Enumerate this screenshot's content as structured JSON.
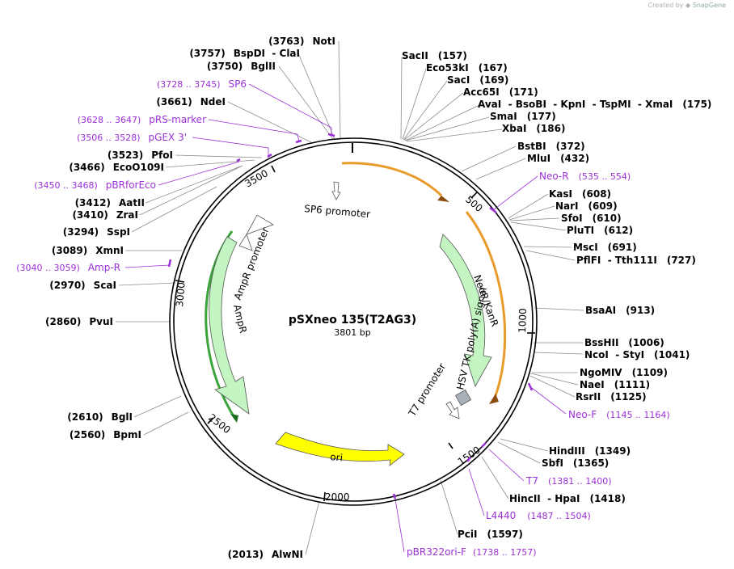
{
  "credit": {
    "created_by": "Created by",
    "app": "SnapGene"
  },
  "plasmid": {
    "name": "pSXneo 135(T2AG3)",
    "length_label": "3801 bp",
    "length": 3801
  },
  "ticks": [
    "500",
    "1000",
    "1500",
    "2000",
    "2500",
    "3000",
    "3500"
  ],
  "features": [
    {
      "id": "sp6-promoter",
      "label": "SP6 promoter"
    },
    {
      "id": "ampr-promoter",
      "label": "AmpR promoter"
    },
    {
      "id": "ampr",
      "label": "AmpR"
    },
    {
      "id": "neor",
      "label": "NeoR/KanR"
    },
    {
      "id": "hsv-tk",
      "label": "HSV TK poly(A) signal"
    },
    {
      "id": "t7-promoter",
      "label": "T7 promoter"
    },
    {
      "id": "ori",
      "label": "ori"
    }
  ],
  "right_sites": [
    {
      "name": "SacII",
      "pos": "(157)"
    },
    {
      "name": "Eco53kI",
      "pos": "(167)"
    },
    {
      "name": "SacI",
      "pos": "(169)"
    },
    {
      "name": "Acc65I",
      "pos": "(171)"
    },
    {
      "name": "AvaI  - BsoBI  - KpnI  - TspMI  - XmaI",
      "pos": "(175)"
    },
    {
      "name": "SmaI",
      "pos": "(177)"
    },
    {
      "name": "XbaI",
      "pos": "(186)"
    },
    {
      "name": "BstBI",
      "pos": "(372)"
    },
    {
      "name": "MluI",
      "pos": "(432)"
    },
    {
      "name": "KasI",
      "pos": "(608)"
    },
    {
      "name": "NarI",
      "pos": "(609)"
    },
    {
      "name": "SfoI",
      "pos": "(610)"
    },
    {
      "name": "PluTI",
      "pos": "(612)"
    },
    {
      "name": "MscI",
      "pos": "(691)"
    },
    {
      "name": "PflFI  - Tth111I",
      "pos": "(727)"
    },
    {
      "name": "BsaAI",
      "pos": "(913)"
    },
    {
      "name": "BssHII",
      "pos": "(1006)"
    },
    {
      "name": "NcoI  - StyI",
      "pos": "(1041)"
    },
    {
      "name": "NgoMIV",
      "pos": "(1109)"
    },
    {
      "name": "NaeI",
      "pos": "(1111)"
    },
    {
      "name": "RsrII",
      "pos": "(1125)"
    },
    {
      "name": "HindIII",
      "pos": "(1349)"
    },
    {
      "name": "SbfI",
      "pos": "(1365)"
    },
    {
      "name": "HincII  - HpaI",
      "pos": "(1418)"
    },
    {
      "name": "PciI",
      "pos": "(1597)"
    }
  ],
  "left_sites": [
    {
      "name": "NotI",
      "pos": "(3763)"
    },
    {
      "name": "BspDI  - ClaI",
      "pos": "(3757)"
    },
    {
      "name": "BglII",
      "pos": "(3750)"
    },
    {
      "name": "NdeI",
      "pos": "(3661)"
    },
    {
      "name": "PfoI",
      "pos": "(3523)"
    },
    {
      "name": "EcoO109I",
      "pos": "(3466)"
    },
    {
      "name": "AatII",
      "pos": "(3412)"
    },
    {
      "name": "ZraI",
      "pos": "(3410)"
    },
    {
      "name": "SspI",
      "pos": "(3294)"
    },
    {
      "name": "XmnI",
      "pos": "(3089)"
    },
    {
      "name": "ScaI",
      "pos": "(2970)"
    },
    {
      "name": "PvuI",
      "pos": "(2860)"
    },
    {
      "name": "BglI",
      "pos": "(2610)"
    },
    {
      "name": "BpmI",
      "pos": "(2560)"
    },
    {
      "name": "AlwNI",
      "pos": "(2013)"
    }
  ],
  "primers": [
    {
      "name": "Neo-R",
      "range": "(535 .. 554)"
    },
    {
      "name": "Neo-F",
      "range": "(1145 .. 1164)"
    },
    {
      "name": "T7",
      "range": "(1381 .. 1400)"
    },
    {
      "name": "L4440",
      "range": "(1487 .. 1504)"
    },
    {
      "name": "pBR322ori-F",
      "range": "(1738 .. 1757)"
    },
    {
      "name": "SP6",
      "range": "(3728 .. 3745)"
    },
    {
      "name": "pRS-marker",
      "range": "(3628 .. 3647)"
    },
    {
      "name": "pGEX 3'",
      "range": "(3506 .. 3528)"
    },
    {
      "name": "pBRforEco",
      "range": "(3450 .. 3468)"
    },
    {
      "name": "Amp-R",
      "range": "(3040 .. 3059)"
    }
  ],
  "colors": {
    "primer": "#9b30d9",
    "ori": "#ffff00",
    "neor": "#c2f5c2",
    "ampr": "#c2f5c2",
    "orf_orange": "#e89a2a",
    "orf_green": "#3aa33a"
  }
}
